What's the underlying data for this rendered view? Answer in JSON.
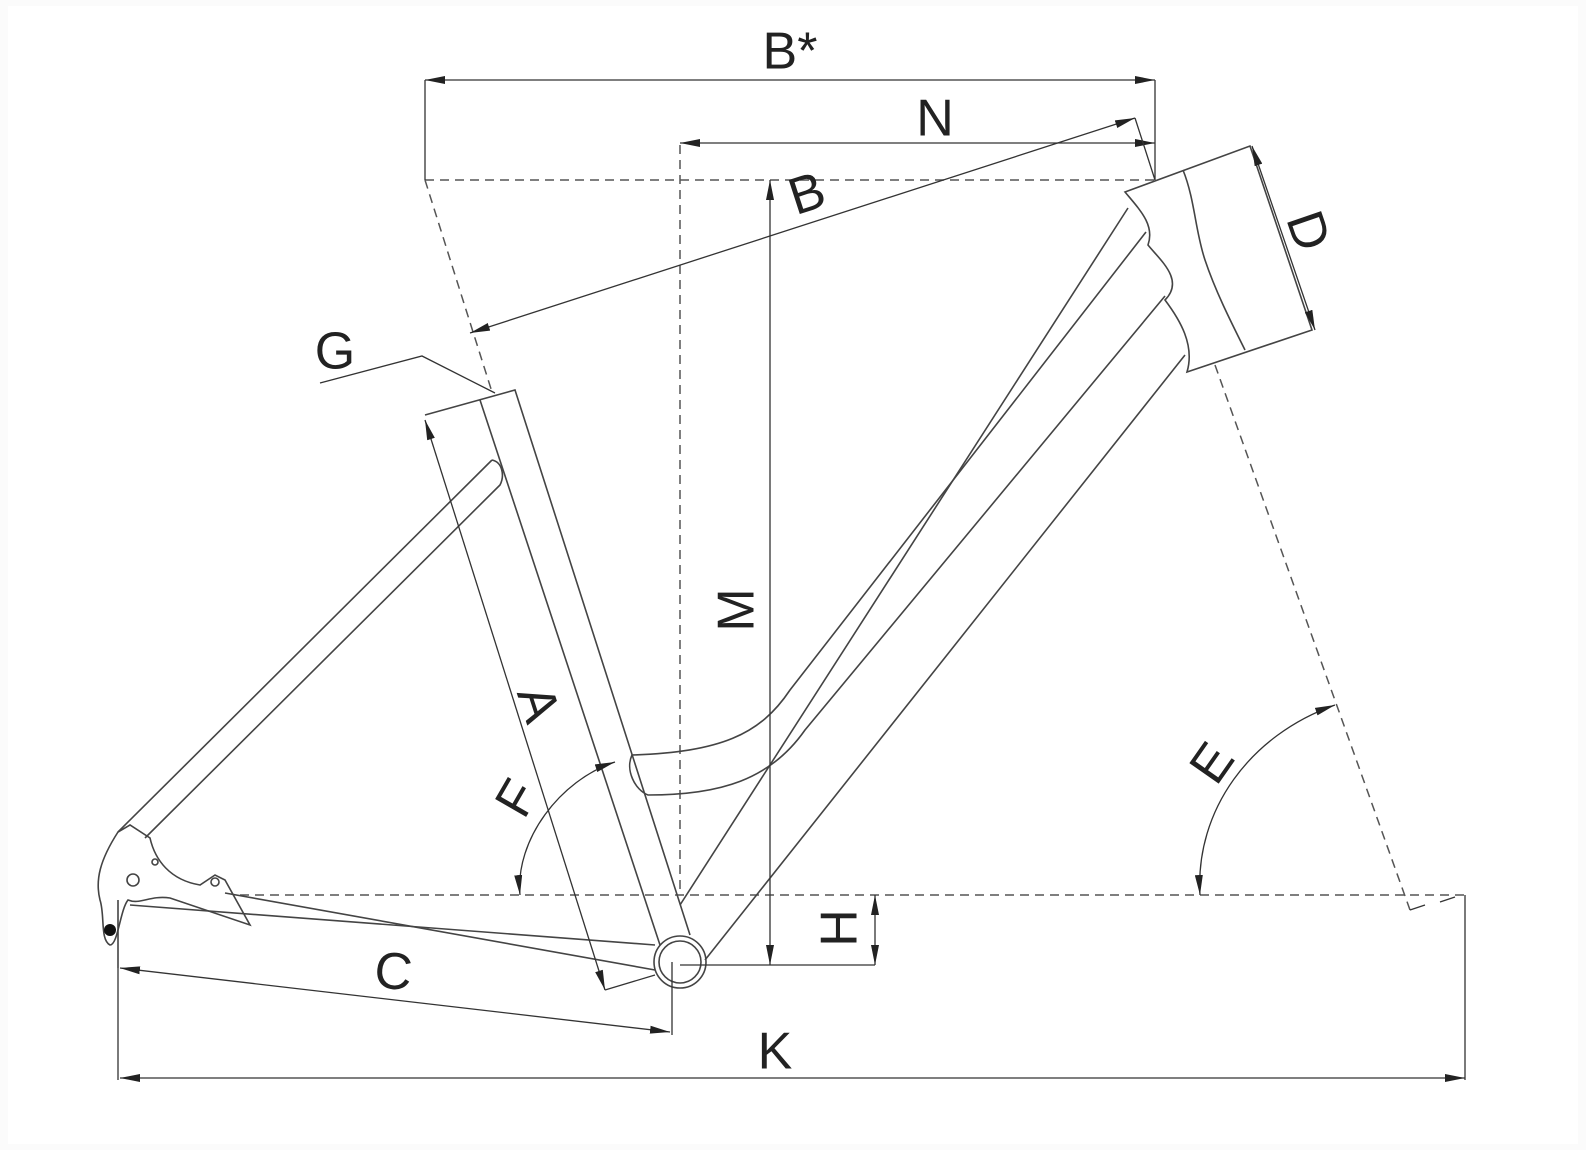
{
  "diagram": {
    "title": "Bicycle frame geometry",
    "labels": {
      "b_star": "B*",
      "n": "N",
      "b": "B",
      "d": "D",
      "g": "G",
      "m": "M",
      "a": "A",
      "f": "F",
      "e": "E",
      "h": "H",
      "c": "C",
      "k": "K"
    },
    "line_color": "#444444"
  }
}
